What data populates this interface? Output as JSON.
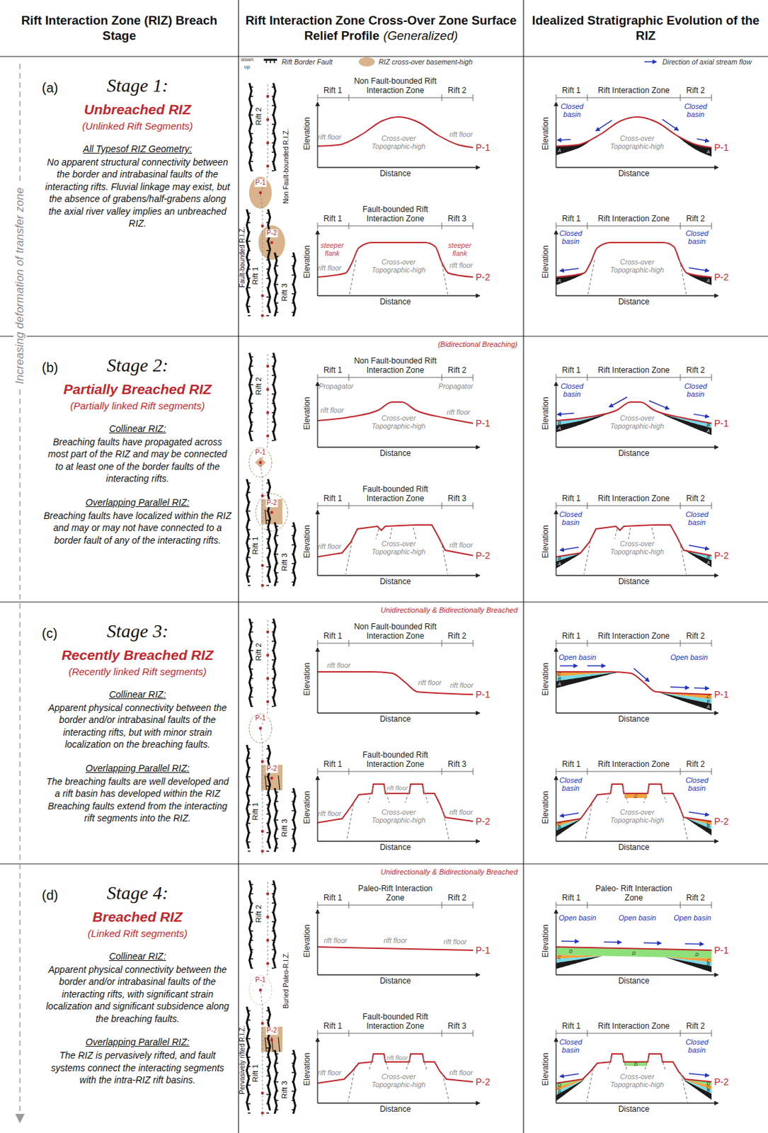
{
  "diagram": {
    "nodes": [
      {
        "text": [
          "Rift Interaction Zone (RIZ) Breach Stage"
        ]
      },
      {
        "text": [
          "Rift Interaction Zone Cross-Over Zone Surface Relief Profile",
          "(Generalized)"
        ]
      },
      {
        "text": [
          "Idealized Stratigraphic Evolution of the RIZ"
        ]
      },
      {
        "text": [
          "(a)",
          "Stage 1:",
          "Unbreached RIZ",
          "(Unlinked Rift Segments)",
          "All Typesof RIZ Geometry:",
          "No apparent structural connectivity between the border and intrabasinal faults of the interacting rifts. Fluvial linkage may exist, but the absence of grabens/half-grabens along the axial river valley implies an unbreached RIZ."
        ]
      },
      {
        "text": [
          "Rift 2",
          "Non Fault-bounded R.I.Z.",
          "P-1",
          "P-2",
          "Rift 1",
          "Rift 3",
          "Fault-bounded R.I.Z."
        ]
      },
      {
        "text": [
          "Rift 1",
          "Non Fault-bounded Rift Interaction Zone",
          "Rift 2",
          "Elevation",
          "Distance",
          "rift floor",
          "Cross-over Topographic-high",
          "rift floor",
          "P-1"
        ],
        "in": 4
      },
      {
        "text": [
          "Rift 1",
          "Fault-bounded Rift Interaction Zone",
          "Rift 3",
          "Elevation",
          "Distance",
          "steeper flank",
          "steeper flank",
          "rift floor",
          "Cross-over Topographic-high",
          "rift floor",
          "P-2"
        ],
        "in": 4
      },
      {
        "text": [
          "Rift 1",
          "Rift Interaction Zone",
          "Rift 2",
          "Elevation",
          "Distance",
          "Closed basin",
          "Closed basin",
          "Cross-over Topographic-high",
          "A",
          "A",
          "P-1"
        ]
      },
      {
        "text": [
          "Rift 1",
          "Rift Interaction Zone",
          "Rift 2",
          "Elevation",
          "Distance",
          "Closed basin",
          "Closed basin",
          "Cross-over Topographic-high",
          "A",
          "A",
          "P-2"
        ]
      },
      {
        "text": [
          "(b)",
          "Stage 2:",
          "Partially Breached RIZ",
          "(Partially linked Rift segments)",
          "Collinear RIZ:",
          "Breaching faults have propagated across most part of the RIZ and may be connected to at least one of the border faults of the interacting rifts.",
          "Overlapping Parallel RIZ:",
          "Breaching faults have localized within the RIZ and may or may not have connected to a border fault of any of the interacting rifts."
        ]
      },
      {
        "text": [
          "(Bidirectional Breaching)",
          "Rift 2",
          "P-1",
          "P-2",
          "Rift 1",
          "Rift 3"
        ]
      },
      {
        "text": [
          "Rift 1",
          "Non Fault-bounded Rift Interaction Zone",
          "Rift 2",
          "Elevation",
          "Distance",
          "Propagator",
          "Propagator",
          "rift floor",
          "Cross-over Topographic-high",
          "rift floor",
          "P-1"
        ],
        "in": 10
      },
      {
        "text": [
          "Rift 1",
          "Fault-bounded Rift Interaction Zone",
          "Rift 3",
          "Elevation",
          "Distance",
          "rift floor",
          "Cross-over Topographic-high",
          "rift floor",
          "P-2"
        ],
        "in": 10
      },
      {
        "text": [
          "Rift 1",
          "Rift Interaction Zone",
          "Rift 2",
          "Elevation",
          "Distance",
          "Closed basin",
          "Closed basin",
          "Cross-over Topographic-high",
          "B",
          "A",
          "B",
          "A",
          "P-1"
        ]
      },
      {
        "text": [
          "Rift 1",
          "Rift Interaction Zone",
          "Rift 2",
          "Elevation",
          "Distance",
          "Closed basin",
          "Closed basin",
          "Cross-over Topographic-high",
          "B",
          "A",
          "B",
          "A",
          "P-2"
        ]
      },
      {
        "text": [
          "(c)",
          "Stage 3:",
          "Recently Breached RIZ",
          "(Recently linked Rift segments)",
          "Collinear RIZ:",
          "Apparent physical connectivity between the border and/or intrabasinal faults of the interacting rifts, but with minor strain localization on the breaching faults.",
          "Overlapping Parallel RIZ:",
          "The breaching faults are well developed and a rift basin has developed within the RIZ Breaching faults extend from the interacting rift segments into the RIZ."
        ]
      },
      {
        "text": [
          "Unidirectionally & Bidirectionally Breached",
          "Rift 2",
          "P-1",
          "P-2",
          "Rift 1",
          "Rift 3"
        ]
      },
      {
        "text": [
          "Rift 1",
          "Non Fault-bounded Rift Interaction Zone",
          "Rift 2",
          "Elevation",
          "Distance",
          "rift floor",
          "rift floor",
          "rift floor",
          "P-1"
        ],
        "in": 16
      },
      {
        "text": [
          "Rift 1",
          "Fault-bounded Rift Interaction Zone",
          "Rift 3",
          "Elevation",
          "Distance",
          "rift floor",
          "rift floor",
          "Cross-over Topographic-high",
          "rift floor",
          "P-2"
        ],
        "in": 16
      },
      {
        "text": [
          "Rift 1",
          "Rift Interaction Zone",
          "Rift 2",
          "Elevation",
          "Distance",
          "Open basin",
          "Open basin",
          "C",
          "B",
          "A",
          "C",
          "B",
          "A",
          "P-1"
        ]
      },
      {
        "text": [
          "Rift 1",
          "Rift Interaction Zone",
          "Rift 2",
          "Elevation",
          "Distance",
          "Closed basin",
          "Closed basin",
          "Cross-over Topographic-high",
          "C",
          "B",
          "C",
          "C",
          "B",
          "P-2"
        ]
      },
      {
        "text": [
          "(d)",
          "Stage 4:",
          "Breached RIZ",
          "(Linked Rift segments)",
          "Collinear RIZ:",
          "Apparent physical connectivity between the border and/or intrabasinal faults of the interacting rifts, with significant strain localization and significant subsidence along the breaching faults.",
          "Overlapping Parallel RIZ:",
          "The RIZ is pervasively rifted, and fault systems connect the interacting segments with the intra-RIZ rift basins."
        ]
      },
      {
        "text": [
          "Unidirectionally & Bidirectionally Breached",
          "Rift 2",
          "P-1",
          "Buried Paleo-R.I.Z.",
          "P-2",
          "Rift 1",
          "Rift 3",
          "Pervasively rifted R.I.Z."
        ]
      },
      {
        "text": [
          "Rift 1",
          "Paleo-Rift Interaction Zone",
          "Rift 2",
          "Elevation",
          "Distance",
          "rift floor",
          "rift floor",
          "rift floor",
          "P-1"
        ],
        "in": 22
      },
      {
        "text": [
          "Rift 1",
          "Fault-bounded Rift Interaction Zone",
          "Rift 3",
          "Elevation",
          "Distance",
          "rift floor",
          "rift floor",
          "rift floor",
          "Cross-over Topographic-high",
          "P-2"
        ],
        "in": 22
      },
      {
        "text": [
          "Rift 1",
          "Paleo- Rift Interaction Zone",
          "Rift 2",
          "Elevation",
          "Distance",
          "Open basin",
          "Open basin",
          "Open basin",
          "D",
          "D",
          "D",
          "C",
          "C",
          "B",
          "P-1"
        ]
      },
      {
        "text": [
          "Rift 1",
          "Rift Interaction Zone",
          "Rift 2",
          "Elevation",
          "Distance",
          "Closed basin",
          "Closed basin",
          "Cross-over Topographic-high",
          "D",
          "C",
          "B",
          "D",
          "D",
          "C",
          "B",
          "P-2"
        ]
      }
    ],
    "labels": [
      "down",
      "up",
      "Increasing deformation of transfer zone"
    ],
    "legend": [
      {
        "text": "Rift Border Fault"
      },
      {
        "text": "RIZ cross-over basement-high",
        "color": "#d8b38c"
      },
      {
        "text": "Direction of axial stream flow"
      }
    ]
  }
}
